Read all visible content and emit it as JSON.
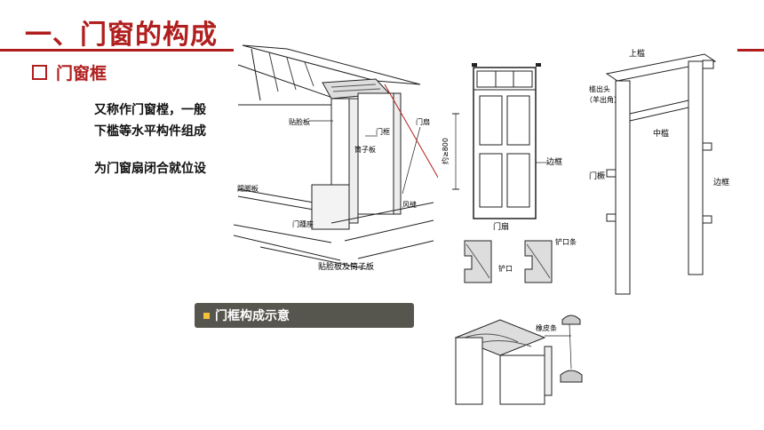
{
  "page": {
    "title": "一、门窗的构成",
    "subtitle": "门窗框",
    "paragraph_line1": "又称作门窗樘，一般",
    "paragraph_line2": "下槛等水平构件组成",
    "paragraph_line3": "为门窗扇闭合就位设",
    "caption": "门框构成示意"
  },
  "figure_left": {
    "labels": {
      "tielianban": "贴脸板",
      "menkuang": "门框",
      "menshan": "门扇",
      "tongziban": "筒子板",
      "tijiaoban": "踢脚板",
      "menkuangzuo": "门踵座",
      "fengfeng": "风缝",
      "caption": "贴脸板及筒子板"
    }
  },
  "figure_mid": {
    "labels": {
      "dim": "约≥800",
      "biankuang": "边框",
      "menshan": "门扇",
      "chankoutiao": "铲口条",
      "chankou": "铲口"
    }
  },
  "figure_right": {
    "labels": {
      "shangkan": "上槛",
      "kanchutou": "槛出头",
      "yangchujiao": "（羊出角）",
      "zhongkan": "中槛",
      "menjue": "门橛",
      "biankuang": "边框"
    }
  },
  "figure_bottom": {
    "labels": {
      "xiangpitiao": "橡皮条"
    }
  },
  "colors": {
    "accent": "#b01e1e",
    "caption_bg": "#57564e",
    "caption_square": "#f3c13a"
  }
}
